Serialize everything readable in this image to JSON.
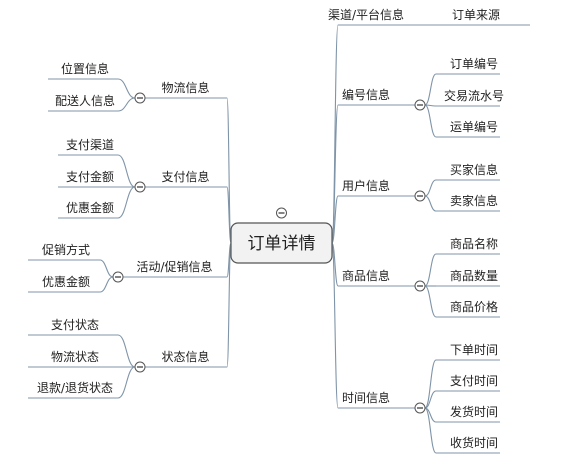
{
  "root": {
    "label": "订单详情"
  },
  "right": [
    {
      "label": "渠道/平台信息",
      "children": [
        "订单来源"
      ]
    },
    {
      "label": "编号信息",
      "children": [
        "订单编号",
        "交易流水号",
        "运单编号"
      ]
    },
    {
      "label": "用户信息",
      "children": [
        "买家信息",
        "卖家信息"
      ]
    },
    {
      "label": "商品信息",
      "children": [
        "商品名称",
        "商品数量",
        "商品价格"
      ]
    },
    {
      "label": "时间信息",
      "children": [
        "下单时间",
        "支付时间",
        "发货时间",
        "收货时间"
      ]
    }
  ],
  "left": [
    {
      "label": "物流信息",
      "children": [
        "位置信息",
        "配送人信息"
      ]
    },
    {
      "label": "支付信息",
      "children": [
        "支付渠道",
        "支付金额",
        "优惠金额"
      ]
    },
    {
      "label": "活动/促销信息",
      "children": [
        "促销方式",
        "优惠金额"
      ]
    },
    {
      "label": "状态信息",
      "children": [
        "支付状态",
        "物流状态",
        "退款/退货状态"
      ]
    }
  ]
}
